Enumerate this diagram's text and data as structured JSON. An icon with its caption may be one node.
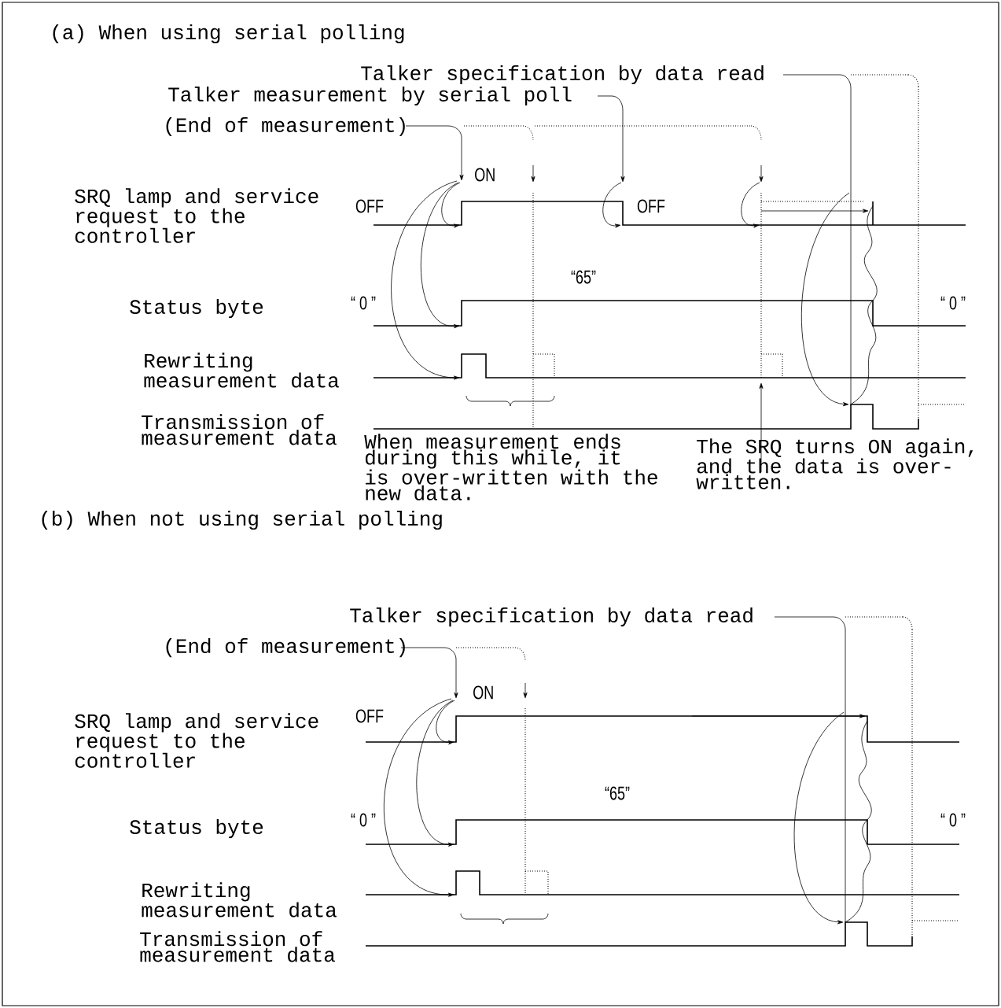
{
  "diagram": {
    "labels": [
      "(a) When using serial polling",
      "Talker specification by data read",
      "Talker measurement by serial poll",
      "(End of measurement)",
      "ON",
      "SRQ lamp and service request to the controller",
      "OFF",
      "OFF",
      "“65”",
      "“ 0 ”",
      "Status byte",
      "“ 0 ”",
      "Rewriting measurement data",
      "Transmission of measurement data",
      "When measurement ends during this while, it is over-written with the new data.",
      "The SRQ turns ON again, and the data is over-written.",
      "(b) When not using serial polling",
      "Talker specification by data read",
      "(End of measurement)",
      "ON",
      "SRQ lamp and service request to the controller",
      "OFF",
      "“65”",
      "“ 0 ”",
      "Status byte",
      "“ 0 ”",
      "Rewriting measurement data",
      "Transmission of measurement data"
    ]
  }
}
